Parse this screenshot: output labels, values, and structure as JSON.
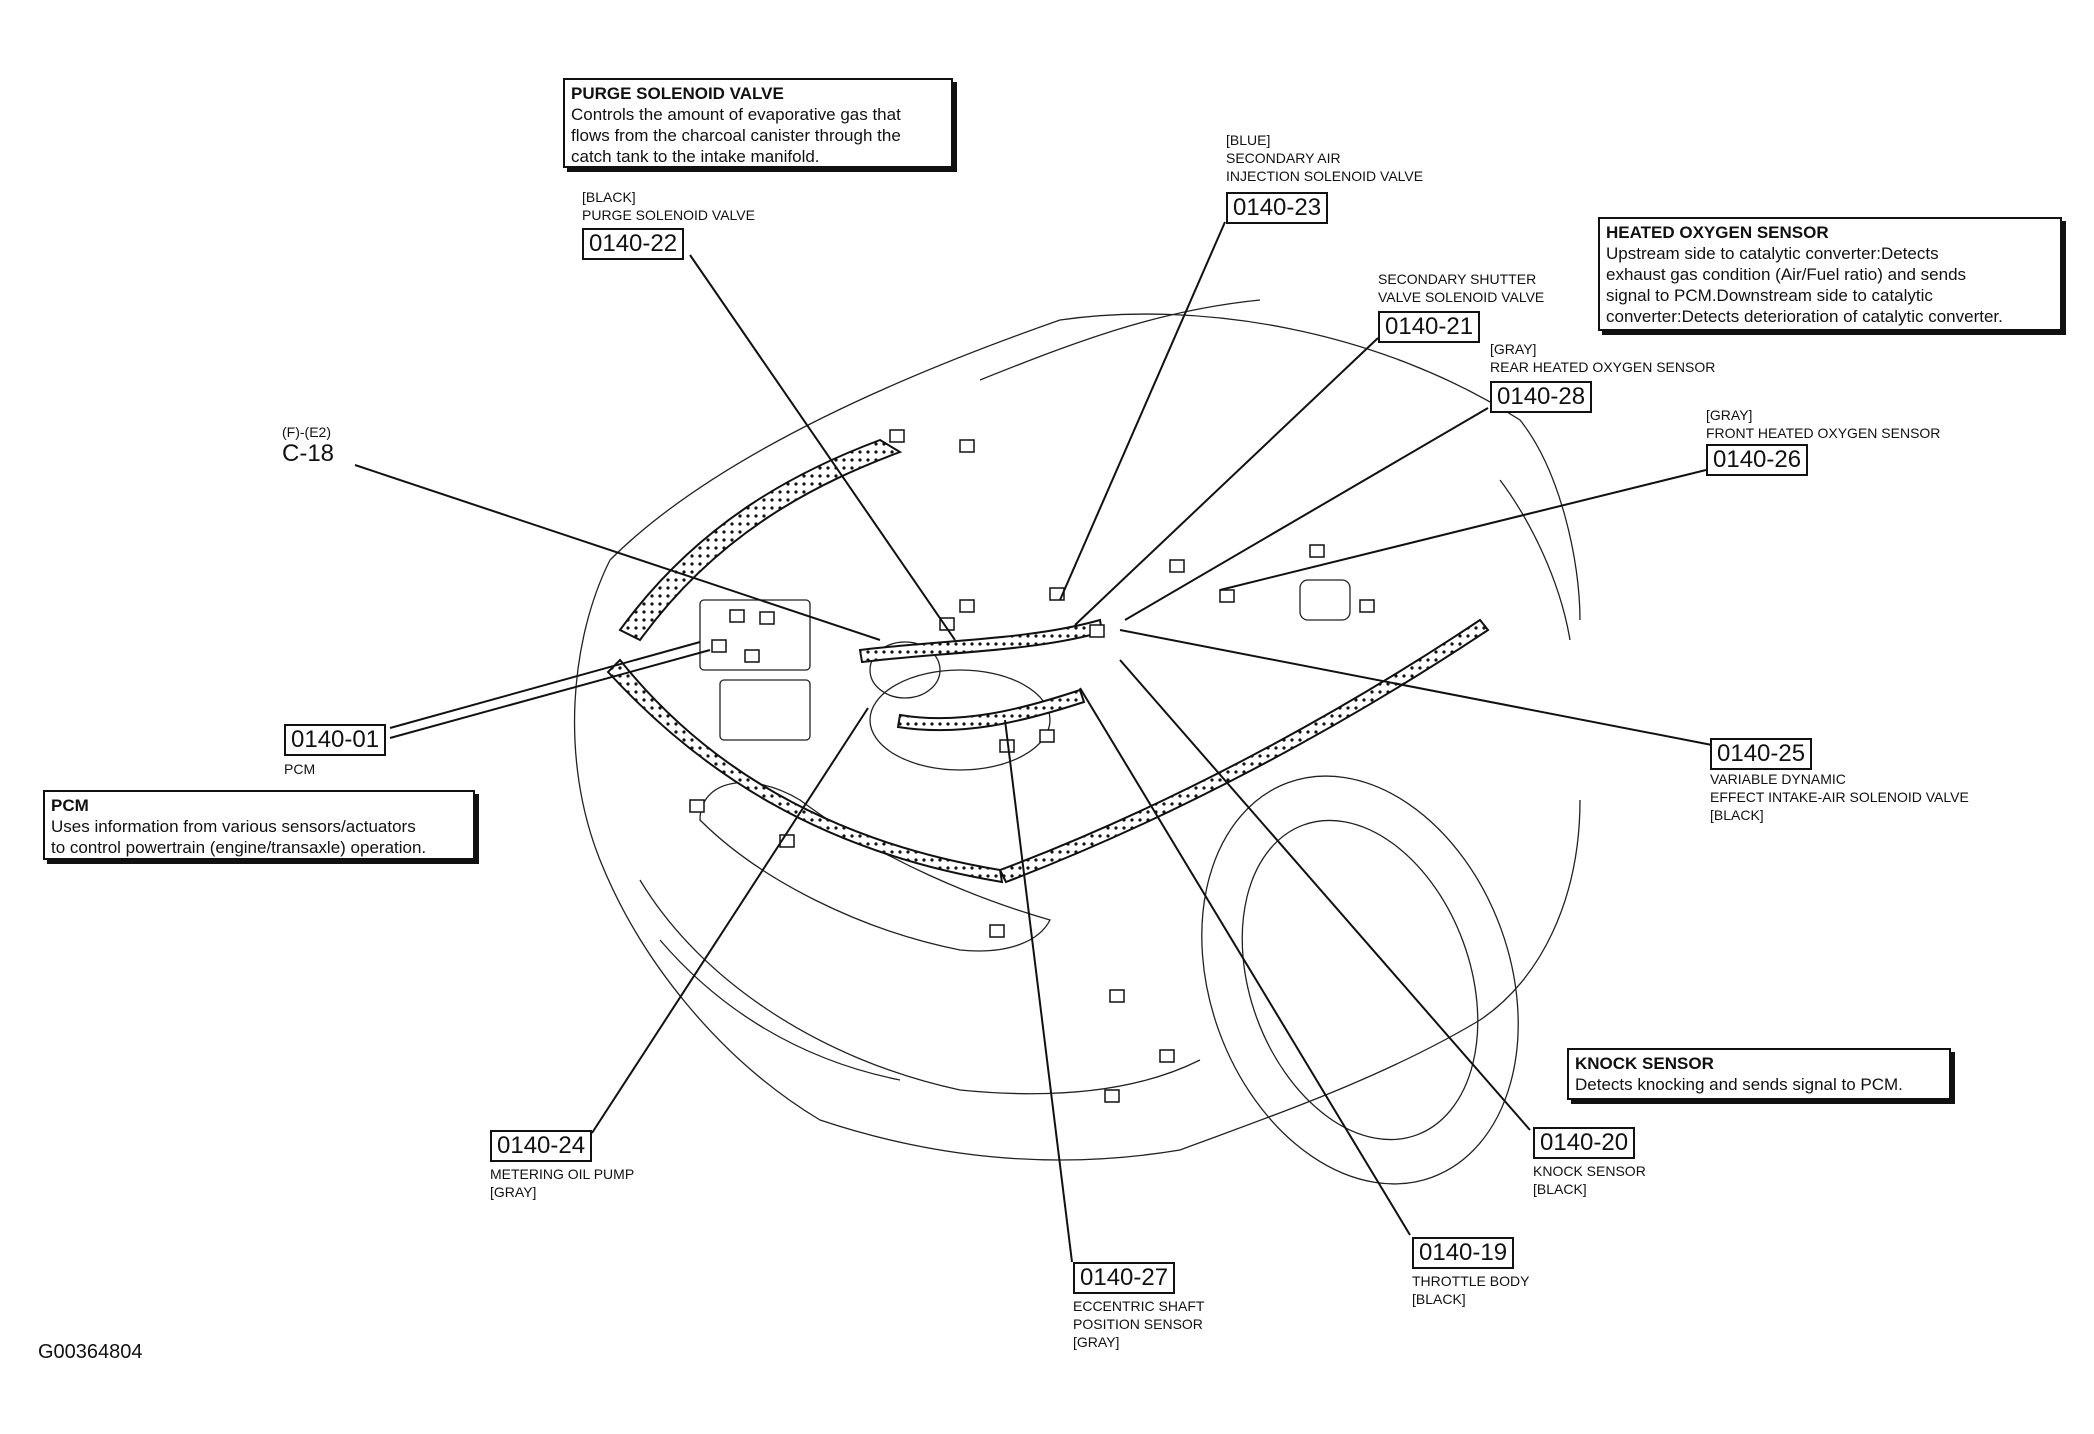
{
  "figure_id": "G00364804",
  "info_boxes": {
    "purge": {
      "title": "PURGE SOLENOID VALVE",
      "body": "Controls the amount of evaporative gas that\nflows from the charcoal canister through the\ncatch tank to the intake manifold."
    },
    "heated_oxygen": {
      "title": "HEATED OXYGEN SENSOR",
      "body": "Upstream side to catalytic converter:Detects\nexhaust gas condition (Air/Fuel ratio) and sends\nsignal to PCM.Downstream side to catalytic\nconverter:Detects deterioration of catalytic converter."
    },
    "pcm": {
      "title": "PCM",
      "body": "Uses information from various sensors/actuators\nto control powertrain (engine/transaxle) operation."
    },
    "knock": {
      "title": "KNOCK SENSOR",
      "body": "Detects knocking and sends signal to PCM."
    }
  },
  "connectors": {
    "c22": {
      "code": "0140-22",
      "label": "[BLACK]\nPURGE SOLENOID VALVE"
    },
    "c23": {
      "code": "0140-23",
      "label": "[BLUE]\nSECONDARY AIR\nINJECTION SOLENOID VALVE"
    },
    "c21": {
      "code": "0140-21",
      "label": "SECONDARY SHUTTER\nVALVE SOLENOID VALVE"
    },
    "c28": {
      "code": "0140-28",
      "label": "[GRAY]\nREAR HEATED OXYGEN SENSOR"
    },
    "c26": {
      "code": "0140-26",
      "label": "[GRAY]\nFRONT HEATED OXYGEN SENSOR"
    },
    "c01": {
      "code": "0140-01",
      "label": "PCM"
    },
    "c25": {
      "code": "0140-25",
      "label": "VARIABLE DYNAMIC\nEFFECT INTAKE-AIR SOLENOID VALVE\n[BLACK]"
    },
    "c24": {
      "code": "0140-24",
      "label": "METERING OIL PUMP\n[GRAY]"
    },
    "c20": {
      "code": "0140-20",
      "label": "KNOCK SENSOR\n[BLACK]"
    },
    "c19": {
      "code": "0140-19",
      "label": "THROTTLE BODY\n[BLACK]"
    },
    "c27": {
      "code": "0140-27",
      "label": "ECCENTRIC SHAFT\nPOSITION SENSOR\n[GRAY]"
    }
  },
  "c18": {
    "label": "(F)-(E2)",
    "code": "C-18"
  }
}
